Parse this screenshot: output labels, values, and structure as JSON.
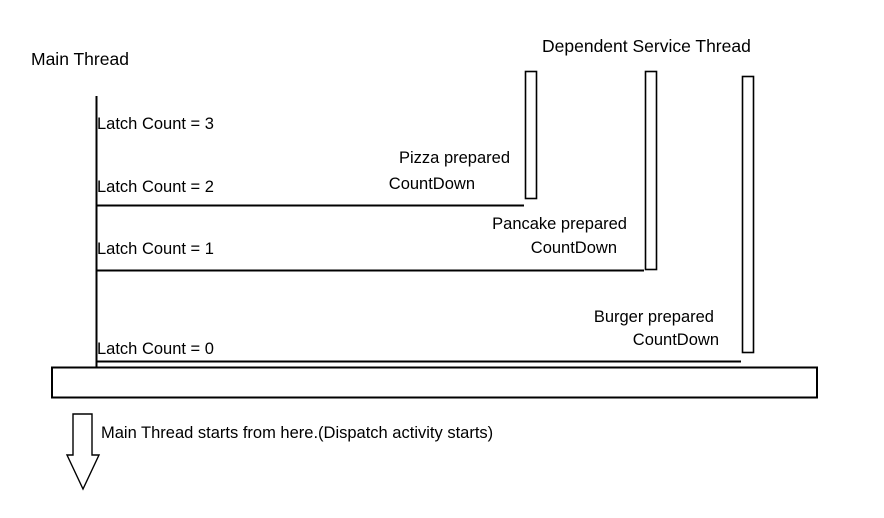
{
  "diagram": {
    "title_left": "Main Thread",
    "title_right": "Dependent Service Thread",
    "latch_labels": [
      "Latch Count = 3",
      "Latch Count = 2",
      "Latch Count = 1",
      "Latch Count = 0"
    ],
    "messages": [
      {
        "line1": "Pizza prepared",
        "line2": "CountDown"
      },
      {
        "line1": "Pancake prepared",
        "line2": "CountDown"
      },
      {
        "line1": "Burger prepared",
        "line2": "CountDown"
      }
    ],
    "footer_note": "Main Thread starts from here.(Dispatch activity starts)",
    "colors": {
      "stroke": "#000000",
      "background": "#ffffff",
      "text": "#000000"
    }
  }
}
